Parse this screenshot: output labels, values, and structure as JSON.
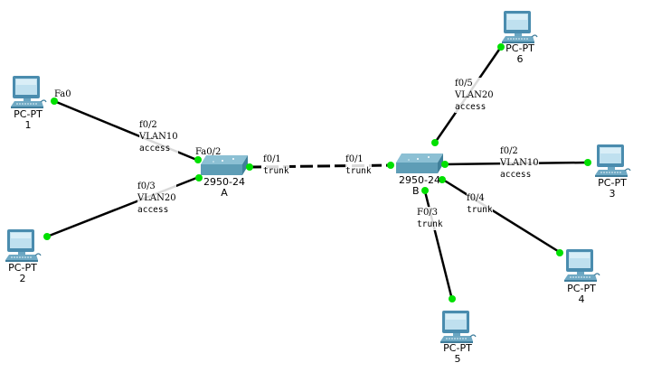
{
  "devices": {
    "pc1": {
      "type": "PC-PT",
      "name": "1"
    },
    "pc2": {
      "type": "PC-PT",
      "name": "2"
    },
    "pc3": {
      "type": "PC-PT",
      "name": "3"
    },
    "pc4": {
      "type": "PC-PT",
      "name": "4"
    },
    "pc5": {
      "type": "PC-PT",
      "name": "5"
    },
    "pc6": {
      "type": "PC-PT",
      "name": "6"
    },
    "switchA": {
      "type": "2950-24",
      "name": "A"
    },
    "switchB": {
      "type": "2950-24",
      "name": "B"
    }
  },
  "ports": {
    "pc1_port": "Fa0",
    "switchA_pc1_port": "Fa0/2"
  },
  "links": [
    {
      "id": "a-pc1",
      "port": "f0/2",
      "vlan": "VLAN10",
      "mode": "access",
      "style": "solid"
    },
    {
      "id": "a-pc2",
      "port": "f0/3",
      "vlan": "VLAN20",
      "mode": "access",
      "style": "solid"
    },
    {
      "id": "a-b-a",
      "port": "f0/1",
      "mode": "trunk",
      "style": "dashed"
    },
    {
      "id": "a-b-b",
      "port": "f0/1",
      "mode": "trunk",
      "style": "dashed"
    },
    {
      "id": "b-pc6",
      "port": "f0/5",
      "vlan": "VLAN20",
      "mode": "access",
      "style": "solid"
    },
    {
      "id": "b-pc3",
      "port": "f0/2",
      "vlan": "VLAN10",
      "mode": "access",
      "style": "solid"
    },
    {
      "id": "b-pc4",
      "port": "f0/4",
      "mode": "trunk",
      "style": "solid"
    },
    {
      "id": "b-pc5",
      "port": "F0/3",
      "mode": "trunk",
      "style": "solid"
    }
  ],
  "colors": {
    "link_up": "#00e000",
    "cable": "#000000",
    "pc_screen": "#b9dcec",
    "pc_body": "#5b9ab8",
    "switch_top": "#8dbfd2",
    "switch_side": "#4f8ea8"
  }
}
